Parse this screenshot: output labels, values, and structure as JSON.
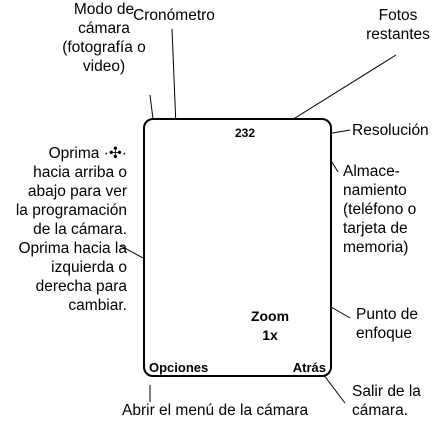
{
  "callouts": {
    "camera_mode": [
      "Modo de",
      "cámara",
      "(fotografía o",
      "video)"
    ],
    "timer": "Cronómetro",
    "photos_left": [
      "Fotos",
      "restantes"
    ],
    "resolution": "Resolución",
    "storage": [
      "Almace-",
      "namiento",
      "(teléfono o",
      "tarjeta de",
      "memoria)"
    ],
    "instructions": [
      "Oprima ·✣· ",
      "hacia arriba o",
      "abajo para ver",
      "la programación",
      "de la cámara.",
      "Oprima hacia la",
      "izquierda o",
      "derecha para",
      "cambiar."
    ],
    "focus_point": [
      "Punto de",
      "enfoque"
    ],
    "exit_camera": [
      "Salir de la",
      "cámara."
    ],
    "open_menu": "Abrir el menú de la cámara"
  },
  "screen": {
    "photo_count": "232",
    "zoom_label": "Zoom",
    "zoom_value": "1x",
    "left_softkey": "Opciones",
    "right_softkey": "Atrás"
  }
}
